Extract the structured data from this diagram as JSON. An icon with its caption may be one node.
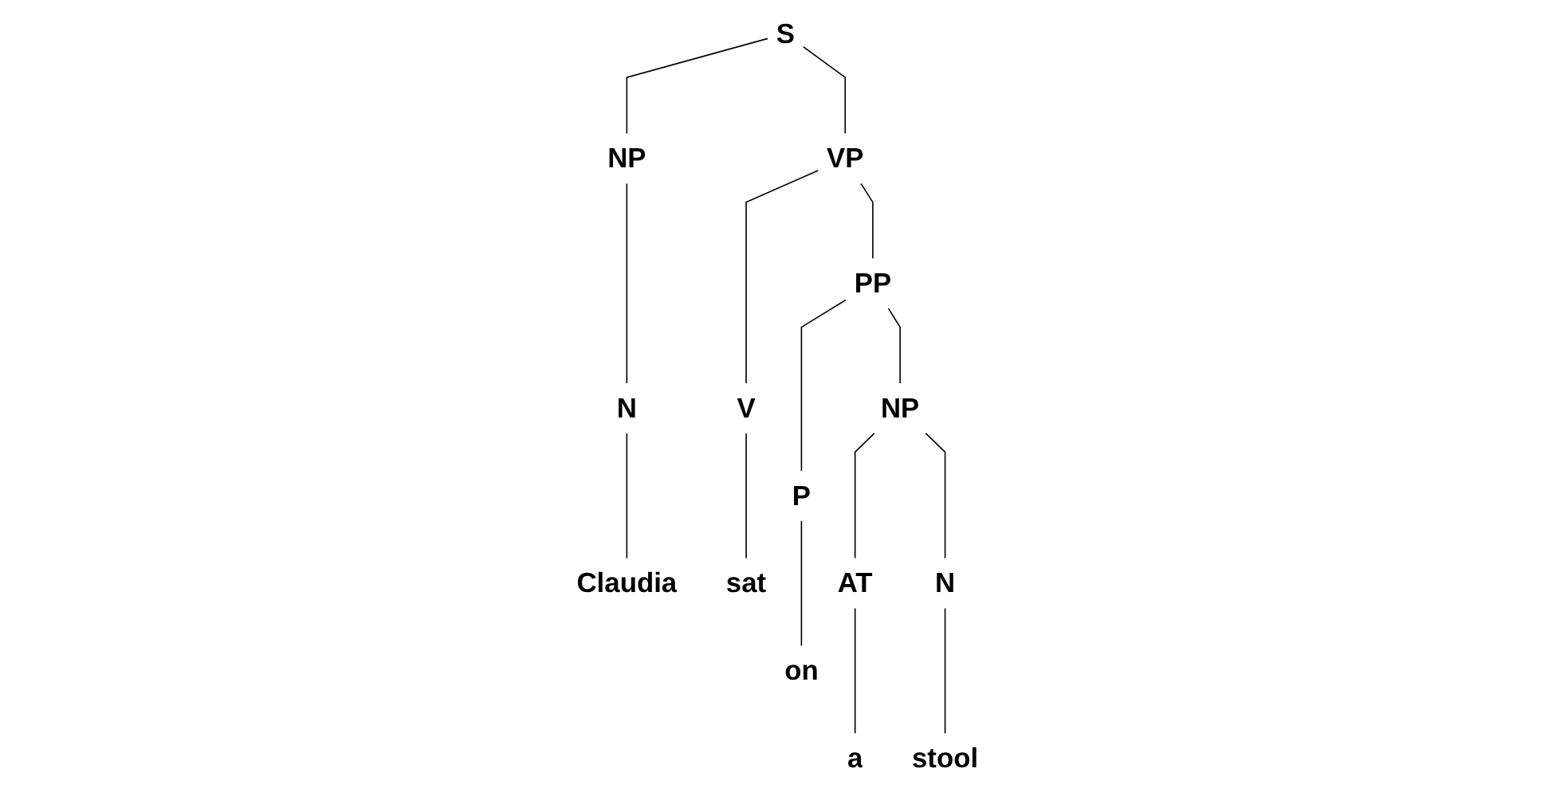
{
  "diagram": {
    "nodes": [
      {
        "text": [
          "S"
        ]
      },
      {
        "text": [
          "NP"
        ]
      },
      {
        "text": [
          "VP"
        ]
      },
      {
        "text": [
          "PP"
        ]
      },
      {
        "text": [
          "NP"
        ]
      },
      {
        "text": [
          "N"
        ]
      },
      {
        "text": [
          "V"
        ]
      },
      {
        "text": [
          "P"
        ]
      },
      {
        "text": [
          "AT"
        ]
      },
      {
        "text": [
          "N"
        ]
      },
      {
        "text": [
          "Claudia"
        ]
      },
      {
        "text": [
          "sat"
        ]
      },
      {
        "text": [
          "on"
        ]
      },
      {
        "text": [
          "a"
        ]
      },
      {
        "text": [
          "stool"
        ]
      }
    ],
    "edges": [
      {
        "from": 0,
        "to": 1,
        "arrow": "none"
      },
      {
        "from": 0,
        "to": 2,
        "arrow": "none"
      },
      {
        "from": 1,
        "to": 5,
        "arrow": "none"
      },
      {
        "from": 2,
        "to": 6,
        "arrow": "none"
      },
      {
        "from": 2,
        "to": 3,
        "arrow": "none"
      },
      {
        "from": 3,
        "to": 7,
        "arrow": "none"
      },
      {
        "from": 3,
        "to": 4,
        "arrow": "none"
      },
      {
        "from": 4,
        "to": 8,
        "arrow": "none"
      },
      {
        "from": 4,
        "to": 9,
        "arrow": "none"
      },
      {
        "from": 5,
        "to": 10,
        "arrow": "none"
      },
      {
        "from": 6,
        "to": 11,
        "arrow": "none"
      },
      {
        "from": 7,
        "to": 12,
        "arrow": "none"
      },
      {
        "from": 8,
        "to": 13,
        "arrow": "none"
      },
      {
        "from": 9,
        "to": 14,
        "arrow": "none"
      }
    ]
  }
}
